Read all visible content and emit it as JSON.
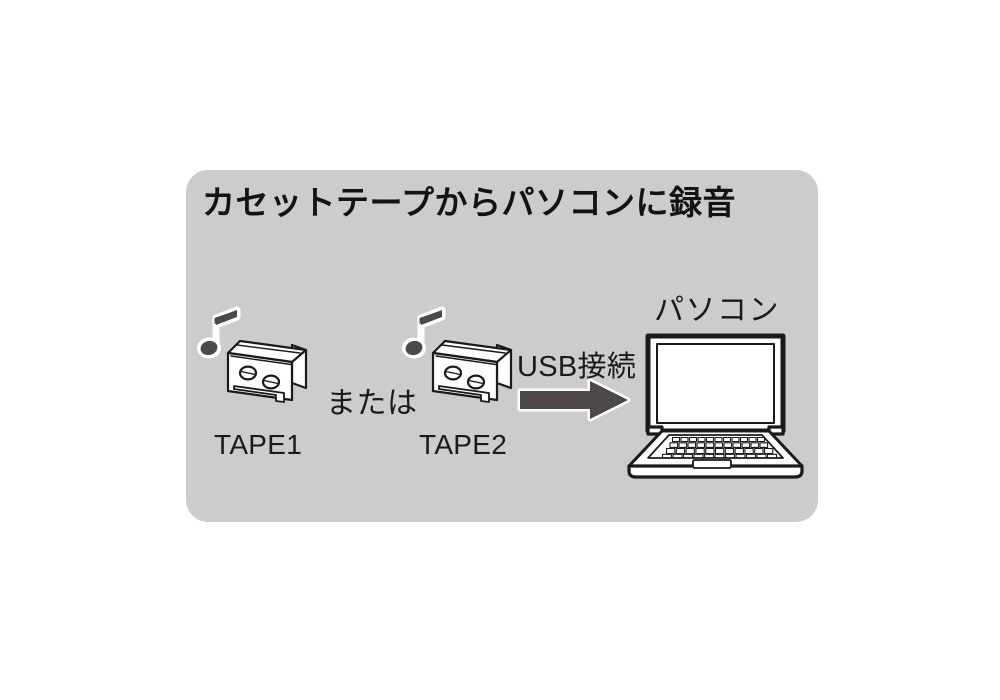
{
  "figure": {
    "type": "instructional-diagram",
    "background_color": "#ffffff",
    "panel_color": "#cccccc",
    "ink_color": "#1a1a1a",
    "title": "カセットテープからパソコンに録音",
    "labels": {
      "tape1": "TAPE1",
      "tape2": "TAPE2",
      "or": "または",
      "usb_connection": "USB接続",
      "pc": "パソコン"
    },
    "icons": {
      "music_note": "eighth-note-icon",
      "cassette": "cassette-tape-icon",
      "arrow": "right-arrow-icon",
      "laptop": "laptop-computer-icon"
    },
    "colors": {
      "note_fill": "#4a4a4a",
      "note_outline": "#ffffff",
      "arrow_fill": "#4d4749",
      "arrow_outline": "#ffffff",
      "device_fill": "#ffffff",
      "device_stroke": "#1a1a1a"
    },
    "flow": [
      {
        "step": 1,
        "node": "TAPE1"
      },
      {
        "step": 2,
        "node": "または"
      },
      {
        "step": 3,
        "node": "TAPE2"
      },
      {
        "step": 4,
        "node": "USB接続"
      },
      {
        "step": 5,
        "node": "パソコン"
      }
    ]
  }
}
